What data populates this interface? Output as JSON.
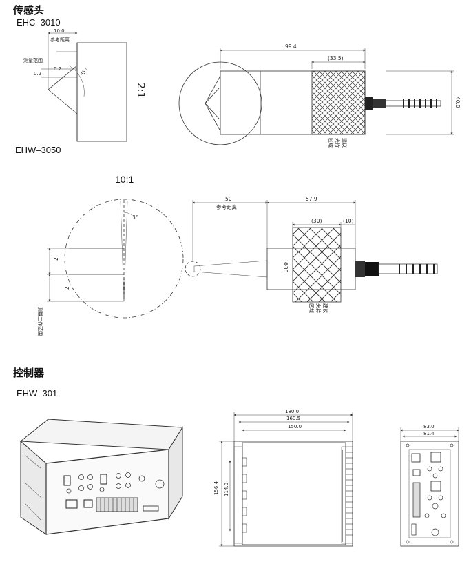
{
  "sections": {
    "sensor_title": "传感头",
    "controller_title": "控制器"
  },
  "models": {
    "m1": "EHC–3010",
    "m2": "EHW–3050",
    "m3": "EHW–301"
  },
  "scales": {
    "s1": "2:1",
    "s2": "10:1"
  },
  "ehc3010": {
    "ref_dist_value": "10.0",
    "ref_dist_label": "参考距离",
    "range_label": "测量范围",
    "left_02": "0.2",
    "mid_02": "0.2",
    "angle": "45°",
    "length": "99.4",
    "grip_len": "(33.5)",
    "height": "40.0",
    "grip_note": [
      "建议",
      "夹持",
      "区域"
    ]
  },
  "ehw3050": {
    "ref_dist_value": "50",
    "ref_dist_label": "参考距离",
    "body_len": "57.9",
    "grip_len": "(30)",
    "end_len": "(10)",
    "diameter": "Φ30",
    "angle": "3°",
    "range_top": "2",
    "range_bottom": "2",
    "range_label": "测量工作范围",
    "grip_note": [
      "建议",
      "夹持",
      "区域"
    ]
  },
  "ehw301": {
    "w1": "180.0",
    "w2": "160.5",
    "w3": "150.0",
    "h1": "156.4",
    "h2": "114.0",
    "d1": "83.0",
    "d2": "81.4"
  }
}
